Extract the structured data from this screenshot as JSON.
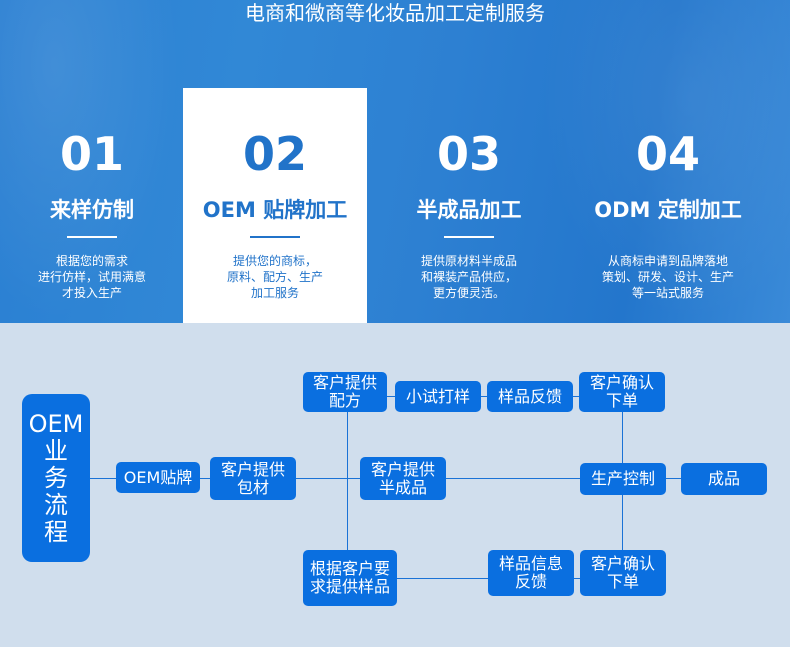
{
  "hero": {
    "title": "电商和微商等化妆品加工定制服务",
    "cards": [
      {
        "number": "01",
        "title": "来样仿制",
        "desc": [
          "根据您的需求",
          "进行仿样，试用满意",
          "才投入生产"
        ],
        "active": false
      },
      {
        "number": "02",
        "title": "OEM 贴牌加工",
        "desc": [
          "提供您的商标，",
          "原料、配方、生产",
          "加工服务"
        ],
        "active": true
      },
      {
        "number": "03",
        "title": "半成品加工",
        "desc": [
          "提供原材料半成品",
          "和裸装产品供应，",
          "更方便灵活。"
        ],
        "active": false
      },
      {
        "number": "04",
        "title": "ODM 定制加工",
        "desc": [
          "从商标申请到品牌落地",
          "策划、研发、设计、生产",
          "等一站式服务"
        ],
        "active": false
      }
    ]
  },
  "flow": {
    "root": [
      "OEM",
      "业",
      "务",
      "流",
      "程"
    ],
    "oem_label": "OEM贴牌",
    "packaging": [
      "客户提供",
      "包材"
    ],
    "formula": [
      "客户提供",
      "配方"
    ],
    "trial": "小试打样",
    "sample_feedback": "样品反馈",
    "confirm_top": [
      "客户确认",
      "下单"
    ],
    "semi_finished": [
      "客户提供",
      "半成品"
    ],
    "production": "生产控制",
    "finished": "成品",
    "provide_sample": [
      "根据客户要",
      "求提供样品"
    ],
    "sample_info": [
      "样品信息",
      "反馈"
    ],
    "confirm_bottom": [
      "客户确认",
      "下单"
    ],
    "colors": {
      "box": "#0a6fe0",
      "line": "#1a72d6",
      "background": "#d0deed",
      "hero": "#2a7fd2"
    }
  }
}
